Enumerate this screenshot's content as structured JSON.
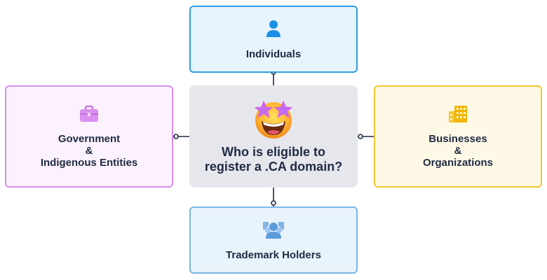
{
  "center": {
    "title_line1": "Who is eligible to",
    "title_line2": "register a .CA domain?",
    "emoji": "star-struck-emoji"
  },
  "nodes": {
    "individuals": {
      "label": "Individuals",
      "icon": "person-icon",
      "border": "#2f9de4",
      "fill": "#e6f4fd"
    },
    "government": {
      "line1": "Government",
      "line2": "&",
      "line3": "Indigenous Entities",
      "icon": "briefcase-icon",
      "border": "#d98ef0",
      "fill": "#fcf2fd"
    },
    "businesses": {
      "line1": "Businesses",
      "line2": "&",
      "line3": "Organizations",
      "icon": "building-icon",
      "border": "#f4c430",
      "fill": "#fef9e6"
    },
    "trademark": {
      "label": "Trademark Holders",
      "icon": "group-icon",
      "border": "#79b8e6",
      "fill": "#e9f3fb"
    }
  }
}
